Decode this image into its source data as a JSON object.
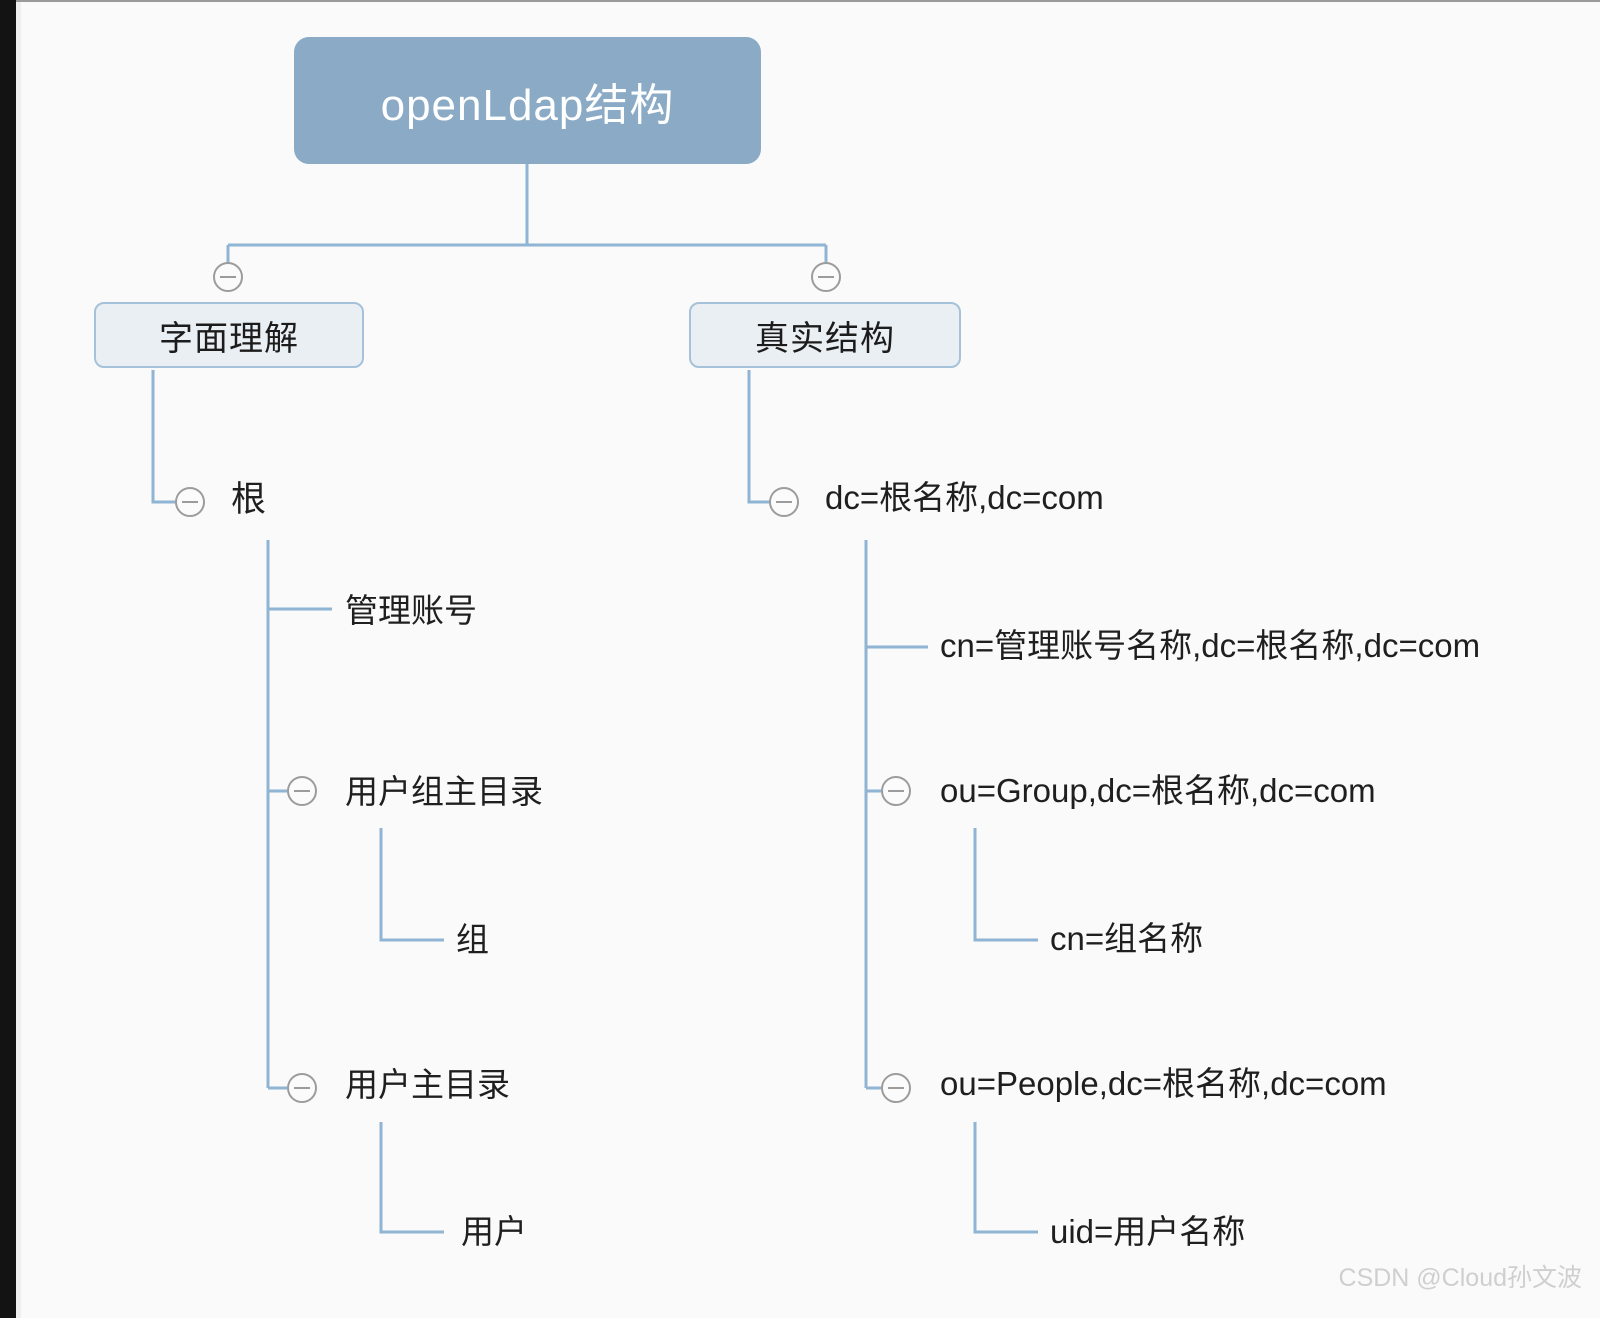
{
  "diagram": {
    "title": "openLdap结构",
    "colors": {
      "root_fill": "#8aaac5",
      "root_text": "#ffffff",
      "branch_fill": "#eaeff4",
      "branch_border": "#a6c2da",
      "link_line": "#8fb4d4",
      "toggle_border": "#9c9c9c",
      "text": "#1f1f1f",
      "canvas": "#fafafa",
      "watermark": "#cfcfcf"
    },
    "root": {
      "label": "openLdap结构"
    },
    "branches": [
      {
        "id": "literal",
        "label": "字面理解",
        "toggle": "collapse-minus-icon",
        "children": [
          {
            "label": "根",
            "toggle": "collapse-minus-icon",
            "children": [
              {
                "label": "管理账号",
                "toggle": null,
                "children": []
              },
              {
                "label": "用户组主目录",
                "toggle": "collapse-minus-icon",
                "children": [
                  {
                    "label": "组",
                    "toggle": null,
                    "children": []
                  }
                ]
              },
              {
                "label": "用户主目录",
                "toggle": "collapse-minus-icon",
                "children": [
                  {
                    "label": "用户",
                    "toggle": null,
                    "children": []
                  }
                ]
              }
            ]
          }
        ]
      },
      {
        "id": "real",
        "label": "真实结构",
        "toggle": "collapse-minus-icon",
        "children": [
          {
            "label": "dc=根名称,dc=com",
            "toggle": "collapse-minus-icon",
            "children": [
              {
                "label": "cn=管理账号名称,dc=根名称,dc=com",
                "toggle": null,
                "children": []
              },
              {
                "label": "ou=Group,dc=根名称,dc=com",
                "toggle": "collapse-minus-icon",
                "children": [
                  {
                    "label": "cn=组名称",
                    "toggle": null,
                    "children": []
                  }
                ]
              },
              {
                "label": "ou=People,dc=根名称,dc=com",
                "toggle": "collapse-minus-icon",
                "children": [
                  {
                    "label": "uid=用户名称",
                    "toggle": null,
                    "children": []
                  }
                ]
              }
            ]
          }
        ]
      }
    ]
  },
  "watermark": {
    "text": "CSDN @Cloud孙文波"
  }
}
